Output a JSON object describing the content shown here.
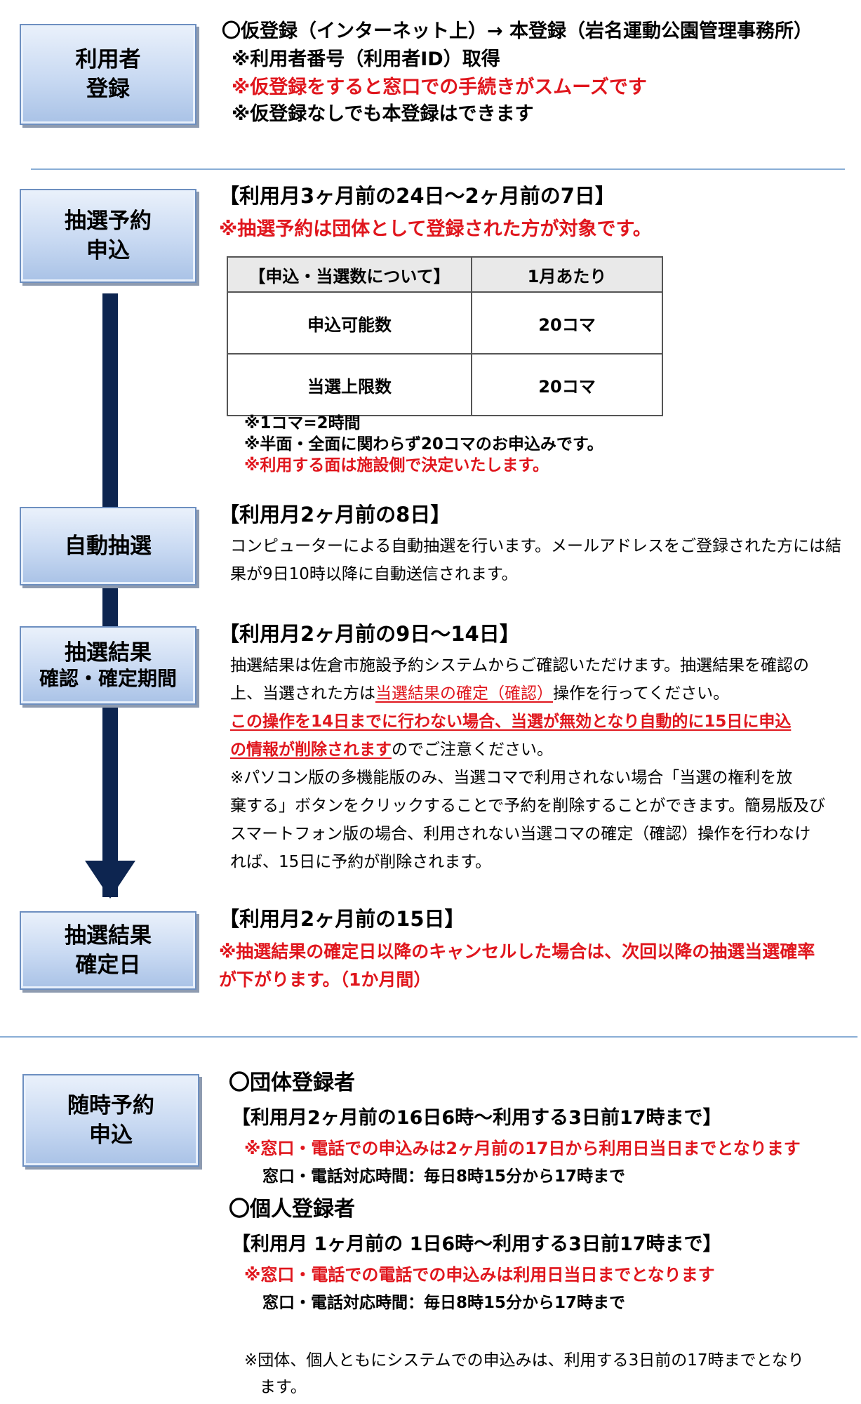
{
  "registration": {
    "label": "利用者\n登録",
    "line1": "〇仮登録（インターネット上）→ 本登録（岩名運動公園管理事務所）",
    "line2": "※利用者番号（利用者ID）取得",
    "line3": "※仮登録をすると窓口での手続きがスムーズです",
    "line4": "※仮登録なしでも本登録はできます"
  },
  "lottery_apply": {
    "label": "抽選予約\n申込",
    "period": "【利用月3ヶ月前の24日～2ヶ月前の7日】",
    "note_red": "※抽選予約は団体として登録された方が対象です。",
    "table": {
      "header": [
        "【申込・当選数について】",
        "1月あたり"
      ],
      "rows": [
        [
          "申込可能数",
          "20コマ"
        ],
        [
          "当選上限数",
          "20コマ"
        ]
      ]
    },
    "note1": "※1コマ=2時間",
    "note2": "※半面・全面に関わらず20コマのお申込みです。",
    "note3_red": "※利用する面は施設側で決定いたします。"
  },
  "auto_lottery": {
    "label": "自動抽選",
    "period": "【利用月2ヶ月前の8日】",
    "text1": "コンピューターによる自動抽選を行います。メールアドレスをご登録された方には結",
    "text2": "果が9日10時以降に自動送信されます。"
  },
  "confirm_period": {
    "label_line1": "抽選結果",
    "label_line2": "確認・確定期間",
    "period": "【利用月2ヶ月前の9日～14日】",
    "p1": "抽選結果は佐倉市施設予約システムからご確認いただけます。抽選結果を確認の",
    "p2a": "上、当選された方は",
    "p2b": "当選結果の確定（確認）",
    "p2c": "操作を行ってください。",
    "p3": "この操作を14日までに行わない場合、当選が無効となり自動的に15日に申込",
    "p4a": "の情報が削除されます",
    "p4b": "のでご注意ください。",
    "p5": "※パソコン版の多機能版のみ、当選コマで利用されない場合「当選の権利を放",
    "p6": "棄する」ボタンをクリックすることで予約を削除することができます。簡易版及び",
    "p7": "スマートフォン版の場合、利用されない当選コマの確定（確認）操作を行わなけ",
    "p8": "れば、15日に予約が削除されます。"
  },
  "confirm_day": {
    "label": "抽選結果\n確定日",
    "period": "【利用月2ヶ月前の15日】",
    "red1": "※抽選結果の確定日以降のキャンセルした場合は、次回以降の抽選当選確率",
    "red2": "が下がります。（1か月間）"
  },
  "anytime": {
    "label": "随時予約\n申込",
    "group_title": "〇団体登録者",
    "group_period": "【利用月2ヶ月前の16日6時～利用する3日前17時まで】",
    "group_red": "※窓口・電話での申込みは2ヶ月前の17日から利用日当日までとなります",
    "group_hours": "窓口・電話対応時間：毎日8時15分から17時まで",
    "indiv_title": "〇個人登録者",
    "indiv_period": "【利用月 1ヶ月前の 1日6時～利用する3日前17時まで】",
    "indiv_red": "※窓口・電話での電話での申込みは利用日当日までとなります",
    "indiv_hours": "窓口・電話対応時間：毎日8時15分から17時まで",
    "footer1": "※団体、個人ともにシステムでの申込みは、利用する3日前の17時までとなり",
    "footer2": "ます。"
  },
  "colors": {
    "accent_red": "#e0161d",
    "arrow": "#0d2550",
    "box_border": "#6d8fc0",
    "divider": "#8aaed6"
  }
}
